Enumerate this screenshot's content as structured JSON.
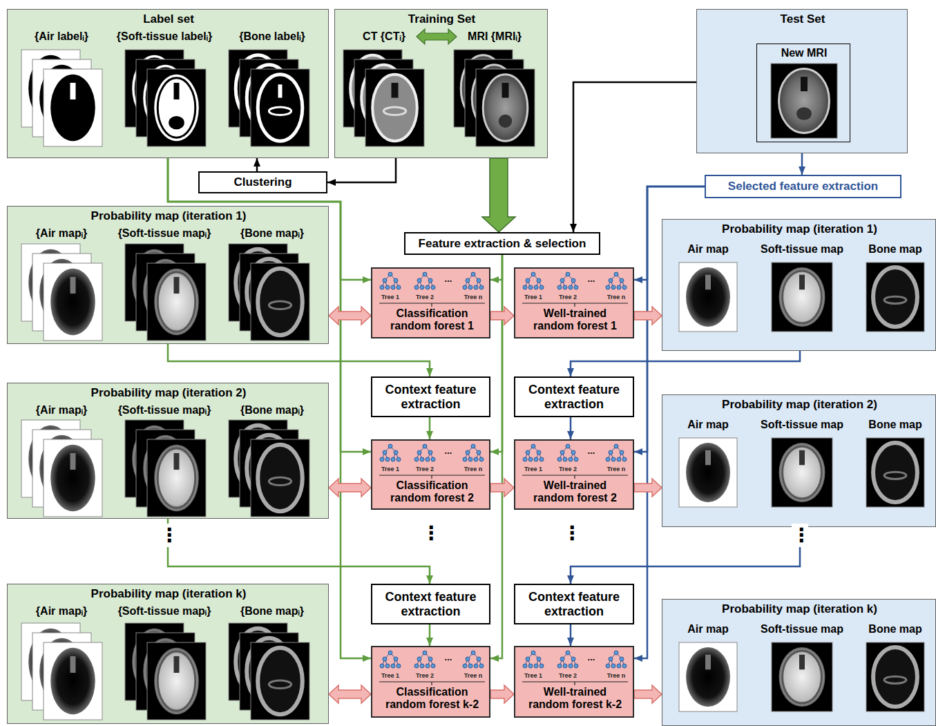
{
  "diagram": {
    "nodes": [
      {
        "text": [
          "Label set",
          "{Air labelᵢ}",
          "{Soft-tissue labelᵢ}",
          "{Bone labelᵢ}"
        ]
      },
      {
        "text": [
          "Training Set",
          "CT {CTᵢ}",
          "MRI {MRIᵢ}"
        ]
      },
      {
        "text": [
          "Test Set"
        ]
      },
      {
        "text": [
          "New MRI"
        ],
        "in": 2
      },
      {
        "text": [
          "Clustering"
        ]
      },
      {
        "text": [
          "Probability map (iteration 1)",
          "{Air mapᵢ}",
          "{Soft-tissue mapᵢ}",
          "{Bone mapᵢ}"
        ]
      },
      {
        "text": [
          "Feature extraction & selection"
        ]
      },
      {
        "text": [
          "Selected feature extraction"
        ]
      },
      {
        "text": [
          "Probability map (iteration 1)",
          "Air map",
          "Soft-tissue map",
          "Bone map"
        ]
      },
      {
        "text": [
          "Tree 1",
          "Tree 2",
          "...",
          "Tree n",
          "Classification random forest 1"
        ]
      },
      {
        "text": [
          "Tree 1",
          "Tree 2",
          "...",
          "Tree n",
          "Well-trained random forest 1"
        ]
      },
      {
        "text": [
          "Probability map (iteration 2)",
          "{Air mapᵢ}",
          "{Soft-tissue mapᵢ}",
          "{Bone mapᵢ}"
        ]
      },
      {
        "text": [
          "Context feature extraction"
        ]
      },
      {
        "text": [
          "Context feature extraction"
        ]
      },
      {
        "text": [
          "Probability map (iteration 2)",
          "Air map",
          "Soft-tissue map",
          "Bone map"
        ]
      },
      {
        "text": [
          "Tree 1",
          "Tree 2",
          "...",
          "Tree n",
          "Classification random forest 2"
        ]
      },
      {
        "text": [
          "Tree 1",
          "Tree 2",
          "...",
          "Tree n",
          "Well-trained random forest 2"
        ]
      },
      {
        "text": [
          "Probability map (iteration k)",
          "{Air mapᵢ}",
          "{Soft-tissue mapᵢ}",
          "{Bone mapᵢ}"
        ]
      },
      {
        "text": [
          "Context feature extraction"
        ]
      },
      {
        "text": [
          "Context feature extraction"
        ]
      },
      {
        "text": [
          "Probability map (iteration k)",
          "Air map",
          "Soft-tissue map",
          "Bone map"
        ]
      },
      {
        "text": [
          "Tree 1",
          "Tree 2",
          "...",
          "Tree n",
          "Classification random forest k-2"
        ]
      },
      {
        "text": [
          "Tree 1",
          "Tree 2",
          "...",
          "Tree n",
          "Well-trained random forest k-2"
        ]
      }
    ],
    "edges": [
      {
        "from": 1,
        "to": 4,
        "arrow": "to"
      },
      {
        "from": 4,
        "to": 0,
        "arrow": "to"
      },
      {
        "from": 1,
        "to": 6,
        "arrow": "to"
      },
      {
        "from": 2,
        "to": 6,
        "arrow": "to"
      },
      {
        "from": 2,
        "to": 7,
        "arrow": "to"
      },
      {
        "from": 0,
        "to": 9,
        "arrow": "to"
      },
      {
        "from": 0,
        "to": 15,
        "arrow": "to"
      },
      {
        "from": 0,
        "to": 21,
        "arrow": "to"
      },
      {
        "from": 6,
        "to": 9,
        "arrow": "to"
      },
      {
        "from": 6,
        "to": 15,
        "arrow": "to"
      },
      {
        "from": 6,
        "to": 21,
        "arrow": "to"
      },
      {
        "from": 7,
        "to": 10,
        "arrow": "to"
      },
      {
        "from": 7,
        "to": 16,
        "arrow": "to"
      },
      {
        "from": 7,
        "to": 22,
        "arrow": "to"
      },
      {
        "from": 5,
        "to": 9,
        "arrow": "both"
      },
      {
        "from": 9,
        "to": 10,
        "arrow": "to"
      },
      {
        "from": 10,
        "to": 8,
        "arrow": "to"
      },
      {
        "from": 5,
        "to": 12,
        "arrow": "to"
      },
      {
        "from": 12,
        "to": 15,
        "arrow": "to"
      },
      {
        "from": 8,
        "to": 13,
        "arrow": "to"
      },
      {
        "from": 13,
        "to": 16,
        "arrow": "to"
      },
      {
        "from": 11,
        "to": 15,
        "arrow": "both"
      },
      {
        "from": 15,
        "to": 16,
        "arrow": "to"
      },
      {
        "from": 16,
        "to": 14,
        "arrow": "to"
      },
      {
        "from": 11,
        "to": 18,
        "arrow": "to"
      },
      {
        "from": 18,
        "to": 21,
        "arrow": "to"
      },
      {
        "from": 14,
        "to": 19,
        "arrow": "to"
      },
      {
        "from": 19,
        "to": 22,
        "arrow": "to"
      },
      {
        "from": 17,
        "to": 21,
        "arrow": "both"
      },
      {
        "from": 21,
        "to": 22,
        "arrow": "to"
      },
      {
        "from": 22,
        "to": 20,
        "arrow": "to"
      }
    ],
    "labels": [
      "⋮",
      "⋮",
      "⋮",
      "⋮"
    ]
  }
}
